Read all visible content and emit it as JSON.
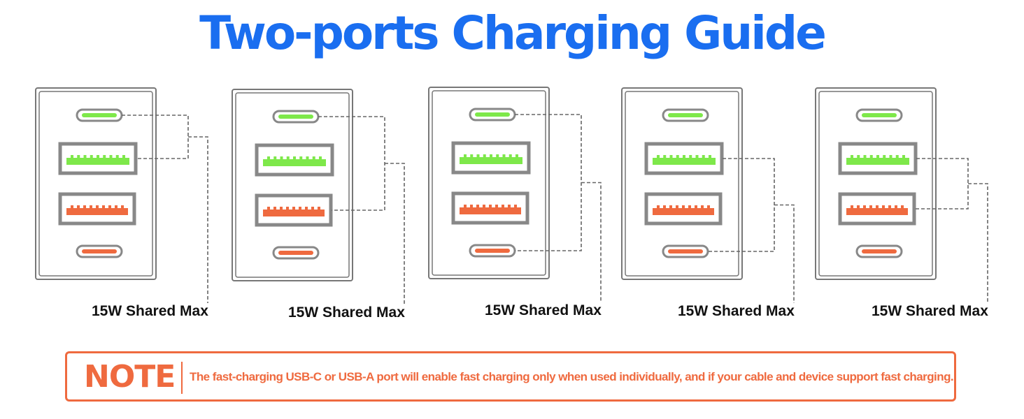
{
  "title": "Two-ports Charging Guide",
  "colors": {
    "title": "#1a6ef0",
    "fast_port": "#7ee84a",
    "standard_port": "#ef6a3f",
    "port_frame": "#888888",
    "panel_border": "#777777",
    "connector_line": "#666666",
    "note": "#ef6a3f"
  },
  "chargers": [
    {
      "ports": [
        "usb-c-fast",
        "usb-a-fast",
        "usb-a",
        "usb-c"
      ],
      "paired": [
        "usb-c-fast",
        "usb-a-fast"
      ],
      "caption": "15W Shared Max"
    },
    {
      "ports": [
        "usb-c-fast",
        "usb-a-fast",
        "usb-a",
        "usb-c"
      ],
      "paired": [
        "usb-c-fast",
        "usb-a"
      ],
      "caption": "15W Shared Max"
    },
    {
      "ports": [
        "usb-c-fast",
        "usb-a-fast",
        "usb-a",
        "usb-c"
      ],
      "paired": [
        "usb-c-fast",
        "usb-c"
      ],
      "caption": "15W Shared Max"
    },
    {
      "ports": [
        "usb-c-fast",
        "usb-a-fast",
        "usb-a",
        "usb-c"
      ],
      "paired": [
        "usb-a-fast",
        "usb-c"
      ],
      "caption": "15W Shared Max"
    },
    {
      "ports": [
        "usb-c-fast",
        "usb-a-fast",
        "usb-a",
        "usb-c"
      ],
      "paired": [
        "usb-a-fast",
        "usb-a"
      ],
      "caption": "15W Shared Max"
    }
  ],
  "note": {
    "label": "NOTE",
    "text": "The fast-charging USB-C or USB-A port will enable fast charging only when used individually, and if your cable and device support fast charging."
  }
}
